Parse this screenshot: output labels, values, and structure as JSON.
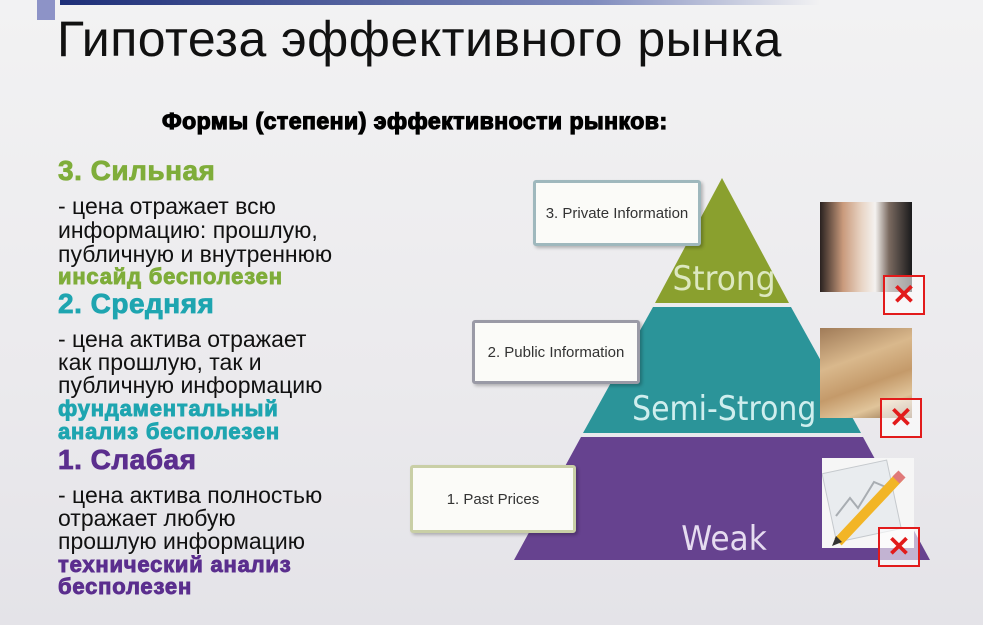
{
  "slide": {
    "title": "Гипотеза эффективного рынка",
    "subtitle": "Формы (степени) эффективности рынков:"
  },
  "forms": [
    {
      "heading": "3. Сильная",
      "lines": [
        "- цена отражает всю",
        "информацию: прошлую,",
        "публичную и внутреннюю"
      ],
      "verdict": [
        "инсайд бесполезен"
      ],
      "color": "#7fad3a"
    },
    {
      "heading": "2. Средняя",
      "lines": [
        "- цена актива отражает",
        "как  прошлую, так и",
        "публичную информацию"
      ],
      "verdict": [
        "фундаментальный",
        "анализ бесполезен"
      ],
      "color": "#1ea5b0"
    },
    {
      "heading": "1. Слабая",
      "lines": [
        "- цена актива полностью",
        "отражает любую",
        "прошлую информацию"
      ],
      "verdict": [
        "технический анализ",
        "бесполезен"
      ],
      "color": "#5b2e8e"
    }
  ],
  "pyramid": {
    "levels": [
      {
        "name": "Strong",
        "info": "3. Private Information",
        "color": "#8aa02e",
        "image": "whisper-photo",
        "mark": "✕"
      },
      {
        "name": "Semi-Strong",
        "info": "2. Public Information",
        "color": "#2b9499",
        "image": "financial-papers-photo",
        "mark": "✕"
      },
      {
        "name": "Weak",
        "info": "1. Past Prices",
        "color": "#66428f",
        "image": "chart-pencil-icon",
        "mark": "✕"
      }
    ]
  }
}
